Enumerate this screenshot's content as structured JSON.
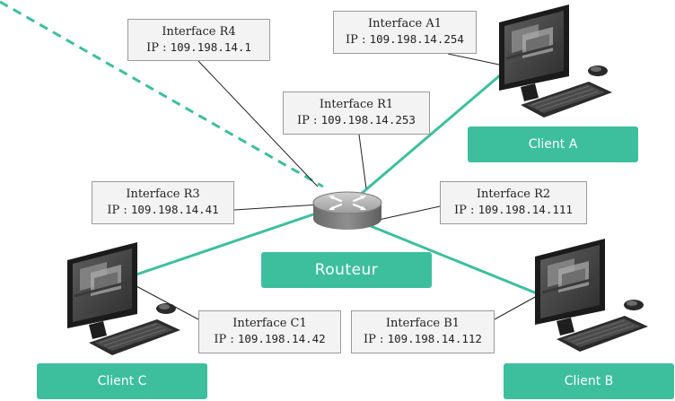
{
  "colors": {
    "accent": "#3dbf9e",
    "link": "#3dbf9e",
    "connector": "#222222",
    "box_bg": "#f3f3f3",
    "box_border": "#9a9a9a"
  },
  "router": {
    "label": "Routeur",
    "icon": "router-icon"
  },
  "clients": {
    "a": {
      "label": "Client A",
      "icon": "desktop-computer-icon"
    },
    "b": {
      "label": "Client B",
      "icon": "desktop-computer-icon"
    },
    "c": {
      "label": "Client C",
      "icon": "desktop-computer-icon"
    }
  },
  "interfaces": {
    "r1": {
      "name": "Interface R1",
      "ip_prefix": "IP : ",
      "ip": "109.198.14.253"
    },
    "r2": {
      "name": "Interface R2",
      "ip_prefix": "IP : ",
      "ip": "109.198.14.111"
    },
    "r3": {
      "name": "Interface R3",
      "ip_prefix": "IP : ",
      "ip": "109.198.14.41"
    },
    "r4": {
      "name": "Interface R4",
      "ip_prefix": "IP : ",
      "ip": "109.198.14.1"
    },
    "a1": {
      "name": "Interface A1",
      "ip_prefix": "IP : ",
      "ip": "109.198.14.254"
    },
    "b1": {
      "name": "Interface B1",
      "ip_prefix": "IP : ",
      "ip": "109.198.14.112"
    },
    "c1": {
      "name": "Interface C1",
      "ip_prefix": "IP : ",
      "ip": "109.198.14.42"
    }
  }
}
